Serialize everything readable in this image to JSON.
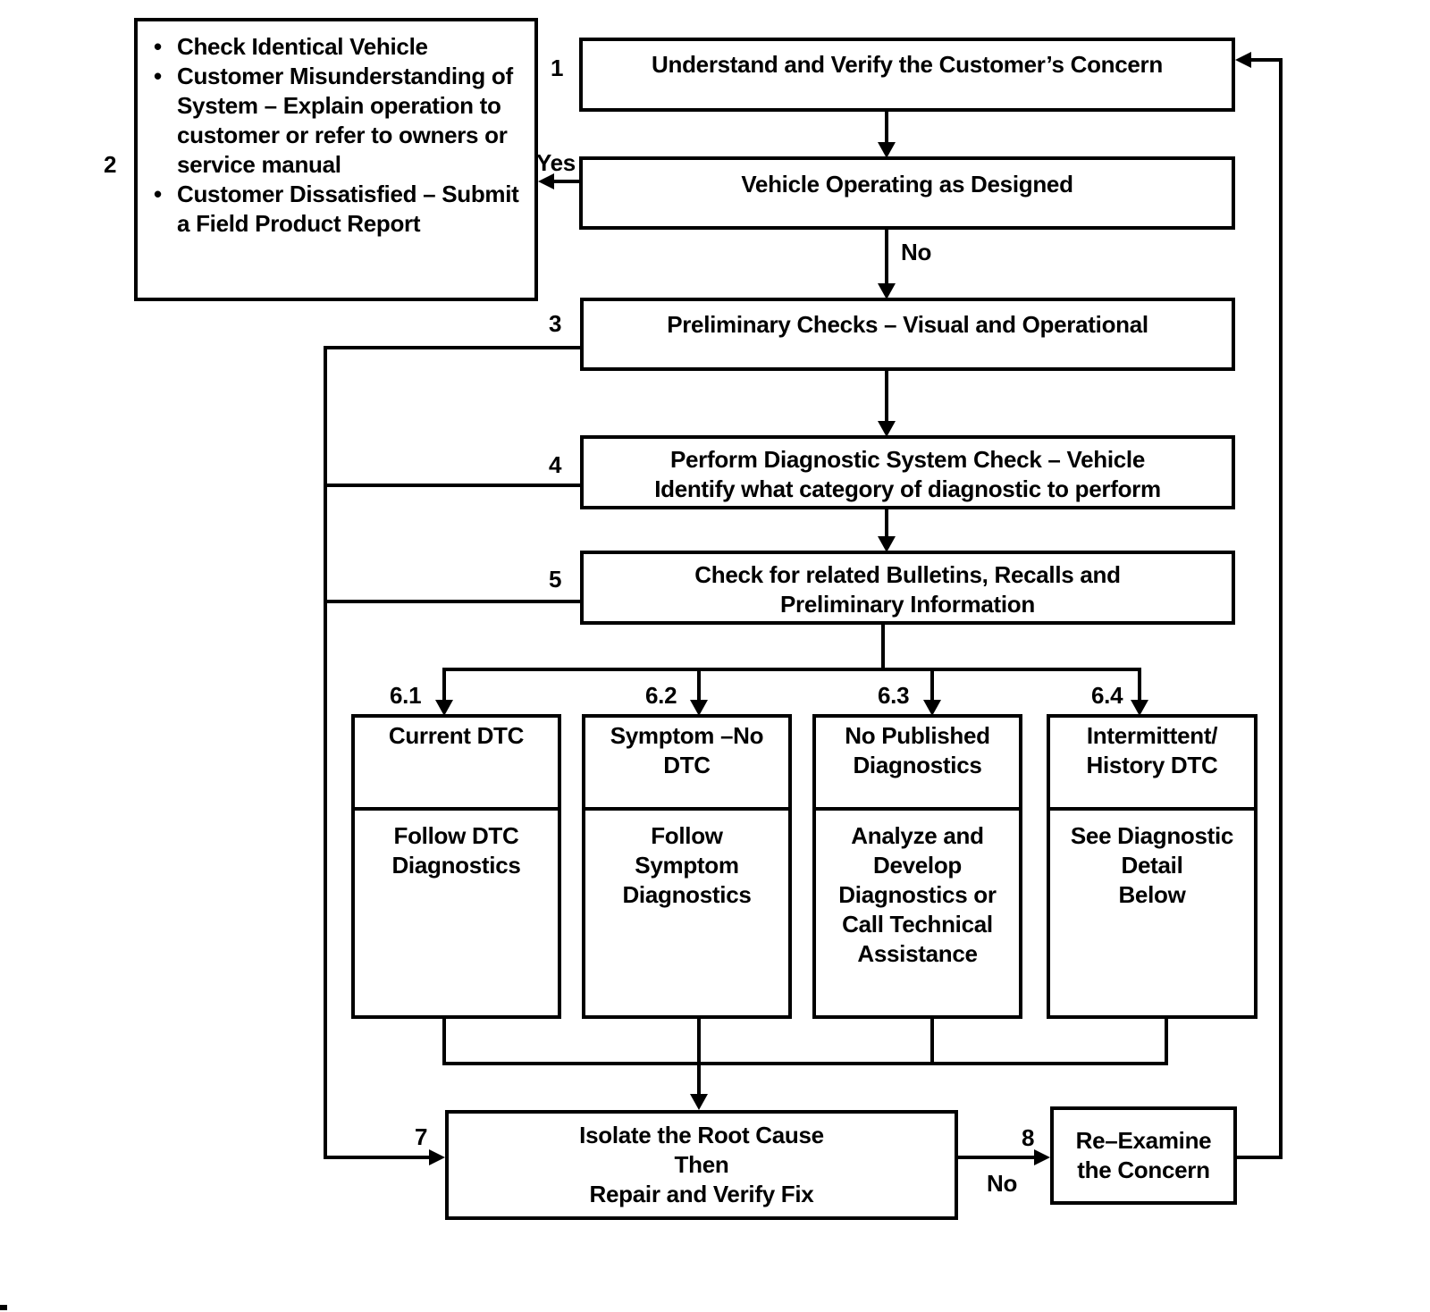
{
  "flowchart": {
    "note": {
      "number": "2",
      "bullet": "•",
      "items": [
        "Check Identical Vehicle",
        "Customer Misunderstanding of\nSystem – Explain operation to\ncustomer or refer to owners or\nservice manual",
        "Customer Dissatisfied – Submit\na Field Product Report"
      ]
    },
    "step1": {
      "number": "1",
      "label": "Understand and Verify the Customer’s Concern"
    },
    "decision": {
      "label": "Vehicle Operating as Designed",
      "yes": "Yes",
      "no": "No"
    },
    "step3": {
      "number": "3",
      "label": "Preliminary Checks – Visual and Operational"
    },
    "step4": {
      "number": "4",
      "label": "Perform Diagnostic System Check – Vehicle\nIdentify what category of diagnostic to perform"
    },
    "step5": {
      "number": "5",
      "label": "Check for related Bulletins, Recalls and\nPreliminary Information"
    },
    "branch1": {
      "number": "6.1",
      "condition": "Current DTC",
      "action": "Follow DTC\nDiagnostics"
    },
    "branch2": {
      "number": "6.2",
      "condition": "Symptom –No\nDTC",
      "action": "Follow\nSymptom\nDiagnostics"
    },
    "branch3": {
      "number": "6.3",
      "condition": "No Published\nDiagnostics",
      "action": "Analyze and\nDevelop\nDiagnostics or\nCall Technical\nAssistance"
    },
    "branch4": {
      "number": "6.4",
      "condition": "Intermittent/\nHistory DTC",
      "action": "See Diagnostic\nDetail\nBelow"
    },
    "step7": {
      "number": "7",
      "label": "Isolate the Root Cause\nThen\nRepair and Verify Fix"
    },
    "step8": {
      "number": "8",
      "label": "Re–Examine\nthe Concern",
      "no": "No"
    }
  }
}
